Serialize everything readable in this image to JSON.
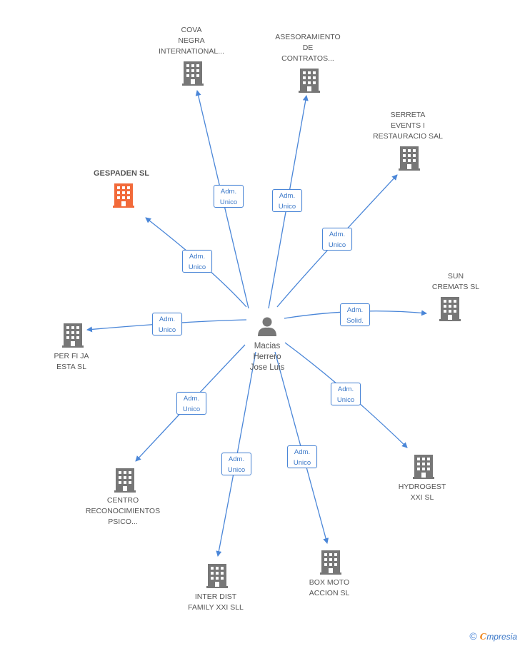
{
  "colors": {
    "edge": "#4a86d8",
    "building": "#777777",
    "highlight": "#f26a3a",
    "person": "#777777"
  },
  "center": {
    "name": "Macias\nHerrero\nJose Luis",
    "icon": "person-icon"
  },
  "nodes": [
    {
      "id": "cova",
      "label": "COVA\nNEGRA\nINTERNATIONAL...",
      "icon": "building-icon",
      "highlight": false,
      "relation": "Adm.\nUnico"
    },
    {
      "id": "asesor",
      "label": "ASESORAMIENTO\nDE\nCONTRATOS...",
      "icon": "building-icon",
      "highlight": false,
      "relation": "Adm.\nUnico"
    },
    {
      "id": "serreta",
      "label": "SERRETA\nEVENTS I\nRESTAURACIO SAL",
      "icon": "building-icon",
      "highlight": false,
      "relation": "Adm.\nUnico"
    },
    {
      "id": "gespaden",
      "label": "GESPADEN SL",
      "icon": "building-icon",
      "highlight": true,
      "relation": "Adm.\nUnico"
    },
    {
      "id": "sun",
      "label": "SUN\nCREMATS SL",
      "icon": "building-icon",
      "highlight": false,
      "relation": "Adm.\nSolid."
    },
    {
      "id": "perfija",
      "label": "PER FI JA\nESTA SL",
      "icon": "building-icon",
      "highlight": false,
      "relation": "Adm.\nUnico"
    },
    {
      "id": "hydrogest",
      "label": "HYDROGEST\nXXI SL",
      "icon": "building-icon",
      "highlight": false,
      "relation": "Adm.\nUnico"
    },
    {
      "id": "centro",
      "label": "CENTRO\nRECONOCIMIENTOS\nPSICO...",
      "icon": "building-icon",
      "highlight": false,
      "relation": "Adm.\nUnico"
    },
    {
      "id": "interdist",
      "label": "INTER DIST\nFAMILY XXI SLL",
      "icon": "building-icon",
      "highlight": false,
      "relation": "Adm.\nUnico"
    },
    {
      "id": "boxmoto",
      "label": "BOX MOTO\nACCION SL",
      "icon": "building-icon",
      "highlight": false,
      "relation": "Adm.\nUnico"
    }
  ],
  "brand": {
    "copyright": "©",
    "e": "C",
    "rest": "mpresia"
  }
}
